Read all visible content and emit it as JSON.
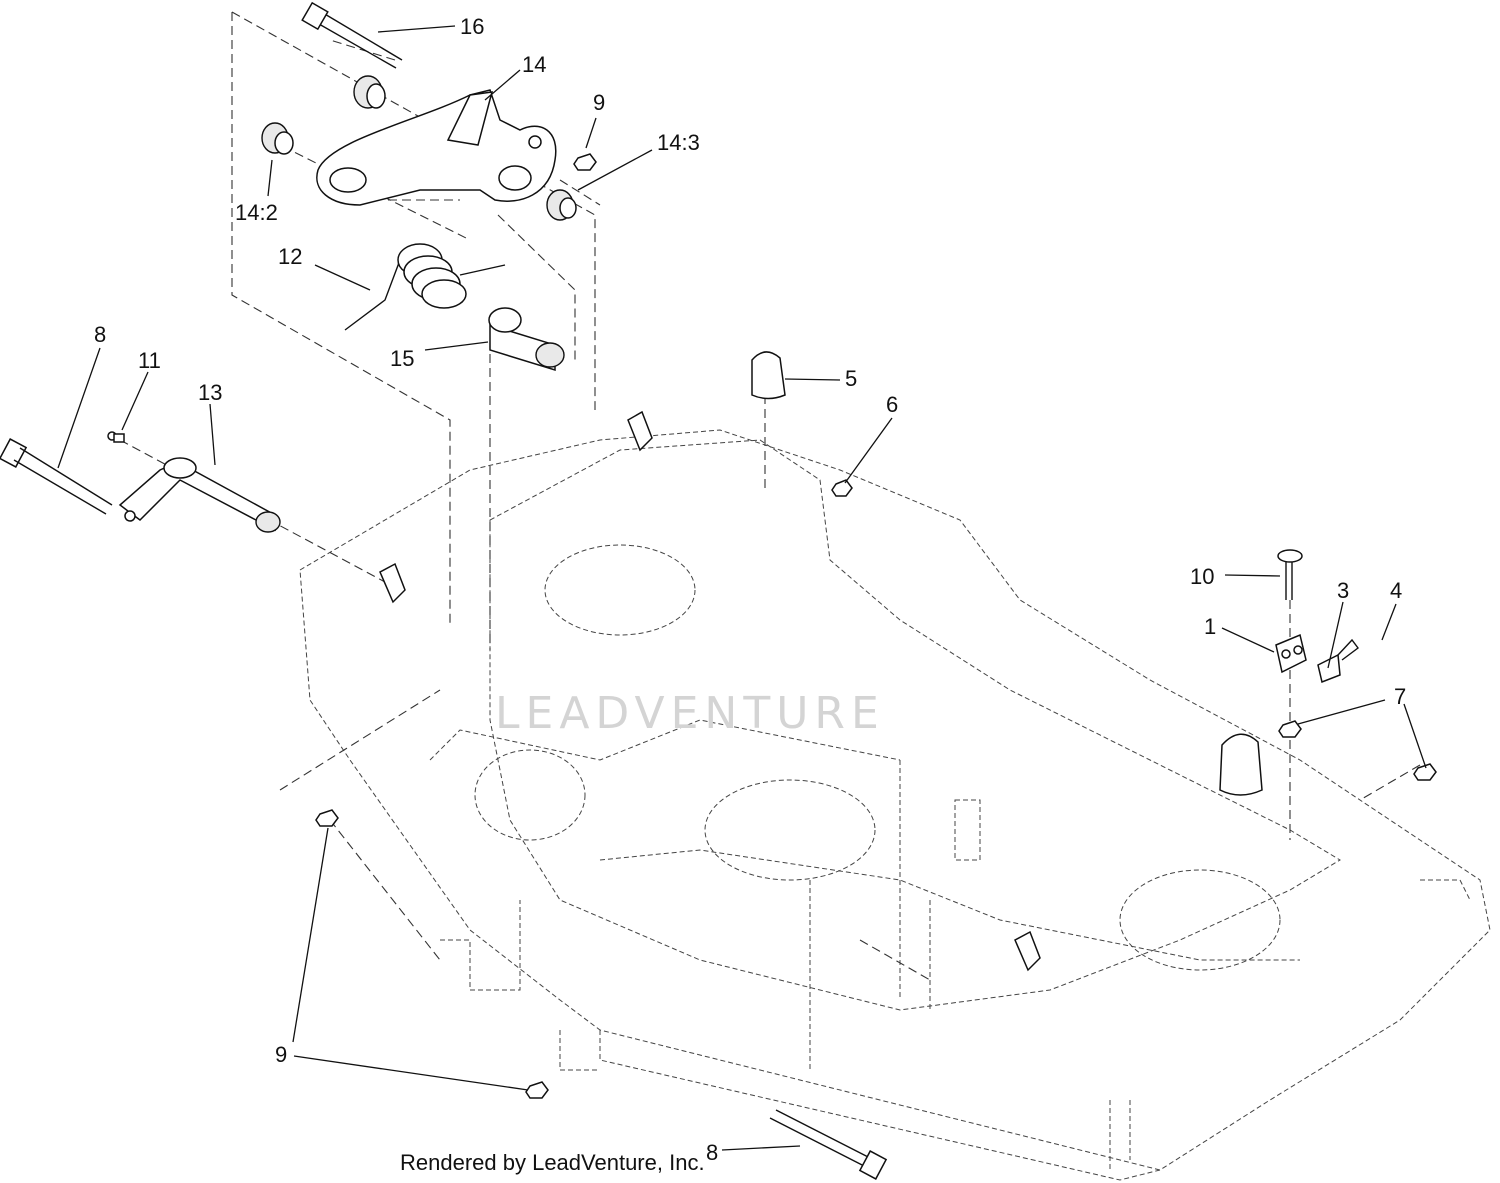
{
  "watermark": {
    "text": "LEADVENTURE"
  },
  "credit": {
    "text": "Rendered by LeadVenture, Inc."
  },
  "callouts": [
    {
      "id": "c16",
      "label": "16"
    },
    {
      "id": "c14",
      "label": "14"
    },
    {
      "id": "c9a",
      "label": "9"
    },
    {
      "id": "c143",
      "label": "14:3"
    },
    {
      "id": "c142",
      "label": "14:2"
    },
    {
      "id": "c12",
      "label": "12"
    },
    {
      "id": "c15",
      "label": "15"
    },
    {
      "id": "c8a",
      "label": "8"
    },
    {
      "id": "c11",
      "label": "11"
    },
    {
      "id": "c13",
      "label": "13"
    },
    {
      "id": "c5",
      "label": "5"
    },
    {
      "id": "c6",
      "label": "6"
    },
    {
      "id": "c10",
      "label": "10"
    },
    {
      "id": "c3",
      "label": "3"
    },
    {
      "id": "c4",
      "label": "4"
    },
    {
      "id": "c1",
      "label": "1"
    },
    {
      "id": "c7",
      "label": "7"
    },
    {
      "id": "c9b",
      "label": "9"
    },
    {
      "id": "c8b",
      "label": "8"
    }
  ]
}
